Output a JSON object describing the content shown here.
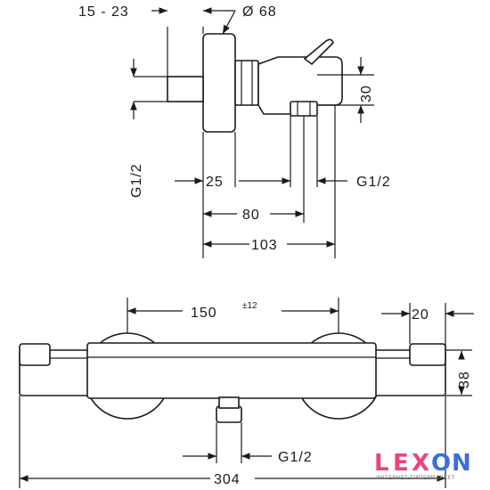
{
  "colors": {
    "line": "#1a1a1a",
    "logo_pink": "#e8457a",
    "logo_blue": "#3a6fd8",
    "logo_sub": "#7a7a7a"
  },
  "side_view": {
    "dim_inlet_offset": "15 - 23",
    "dim_diameter": "Ø 68",
    "dim_height_30": "30",
    "dim_thread_left": "G1/2",
    "dim_25": "25",
    "dim_thread_right": "G1/2",
    "dim_80": "80",
    "dim_103": "103"
  },
  "front_view": {
    "dim_150": "150",
    "dim_150_tol": "±12",
    "dim_20": "20",
    "dim_38": "38",
    "dim_thread_bottom": "G1/2",
    "dim_304": "304"
  },
  "logo": {
    "name": "LEXON",
    "letters": [
      "L",
      "E",
      "X",
      "O",
      "N"
    ],
    "subtitle": "ИНТЕРНЕТ-ГИПЕРМАРКЕТ"
  }
}
